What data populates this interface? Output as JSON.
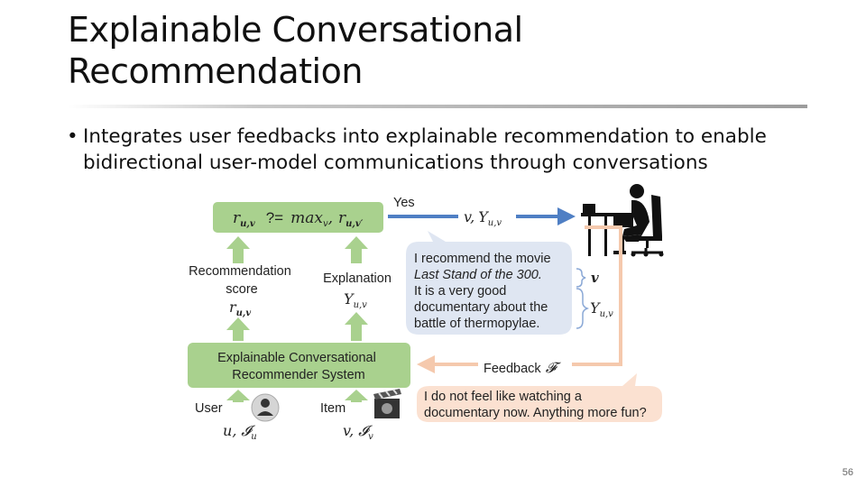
{
  "title": {
    "line1": "Explainable Conversational",
    "line2": "Recommendation"
  },
  "bullet": {
    "symbol": "•",
    "line1": "Integrates user feedbacks into explainable recommendation to enable",
    "line2": "bidirectional user-model communications through conversations"
  },
  "diagram": {
    "formula": {
      "a": "r",
      "a_sub": "u,v",
      "op": "?=",
      "max": "max",
      "max_sub": "v",
      "comma": ",",
      "b": "r",
      "b_sub": "u,v′"
    },
    "yes_label": "Yes",
    "yes_output": {
      "v": "v",
      "comma": ",",
      "Y": "Y",
      "Y_sub": "u,v"
    },
    "score_label": {
      "line1": "Recommendation",
      "line2": "score"
    },
    "score_symbol": {
      "r": "r",
      "sub": "u,v"
    },
    "explanation_label": "Explanation",
    "explanation_symbol": {
      "Y": "Y",
      "sub": "u,v"
    },
    "system_box": {
      "line1": "Explainable Conversational",
      "line2": "Recommender System"
    },
    "user_label": "User",
    "user_symbol": {
      "u": "u",
      "comma": ",",
      "I": "𝓘",
      "sub": "u"
    },
    "item_label": "Item",
    "item_symbol": {
      "v": "v",
      "comma": ",",
      "I": "𝓘",
      "sub": "v"
    },
    "recommend_bubble": {
      "line1": "I recommend the movie",
      "line2": "Last Stand of the 300.",
      "line3": "It is a very good",
      "line4": "documentary about the",
      "line5": "battle of thermopylae."
    },
    "brace_v": "v",
    "brace_Y": {
      "Y": "Y",
      "sub": "u,v"
    },
    "feedback_label": "Feedback",
    "feedback_symbol": "𝓕",
    "feedback_bubble": {
      "line1": "I do not feel like watching a",
      "line2": "documentary now. Anything more fun?"
    },
    "colors": {
      "green": "#a9d18e",
      "blue": "#4f7fc4",
      "bubble_blue": "#dfe6f2",
      "salmon": "#f5c9ad",
      "bubble_salmon": "#fbe1d1"
    }
  },
  "page_number": "56"
}
